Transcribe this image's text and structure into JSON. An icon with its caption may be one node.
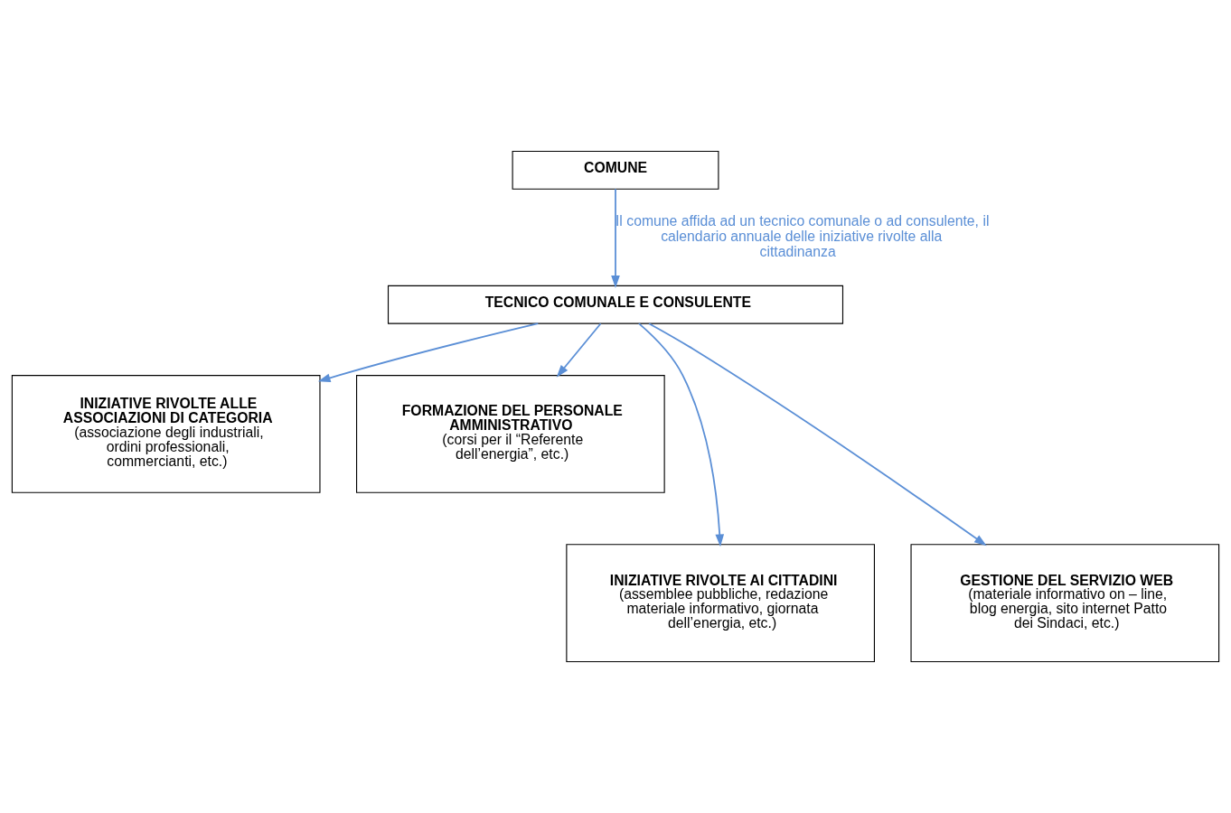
{
  "diagram": {
    "nodes": [
      {
        "text": [
          "COMUNE"
        ]
      },
      {
        "text": [
          "TECNICO COMUNALE E CONSULENTE"
        ]
      },
      {
        "text": [
          "INIZIATIVE RIVOLTE ALLE ASSOCIAZIONI DI CATEGORIA",
          "(associazione degli industriali, ordini professionali, commercianti, etc.)"
        ]
      },
      {
        "text": [
          "FORMAZIONE DEL PERSONALE AMMINISTRATIVO",
          "(corsi per il “Referente dell’energia”, etc.)"
        ]
      },
      {
        "text": [
          "INIZIATIVE RIVOLTE AI CITTADINI",
          "(assemblee pubbliche, redazione materiale informativo, giornata dell’energia, etc.)"
        ]
      },
      {
        "text": [
          "GESTIONE DEL SERVIZIO WEB",
          "(materiale informativo on – line, blog energia, sito internet Patto dei Sindaci, etc.)"
        ]
      }
    ],
    "edges": [
      {
        "from": 0,
        "to": 1,
        "arrow": "to",
        "label": "Il comune affida ad un tecnico comunale o ad consulente, il calendario annuale delle iniziative rivolte alla cittadinanza"
      },
      {
        "from": 1,
        "to": 2,
        "arrow": "to"
      },
      {
        "from": 1,
        "to": 4,
        "arrow": "to"
      },
      {
        "from": 1,
        "to": 5,
        "arrow": "to"
      },
      {
        "from": 1,
        "to": 3,
        "arrow": "to"
      }
    ]
  }
}
